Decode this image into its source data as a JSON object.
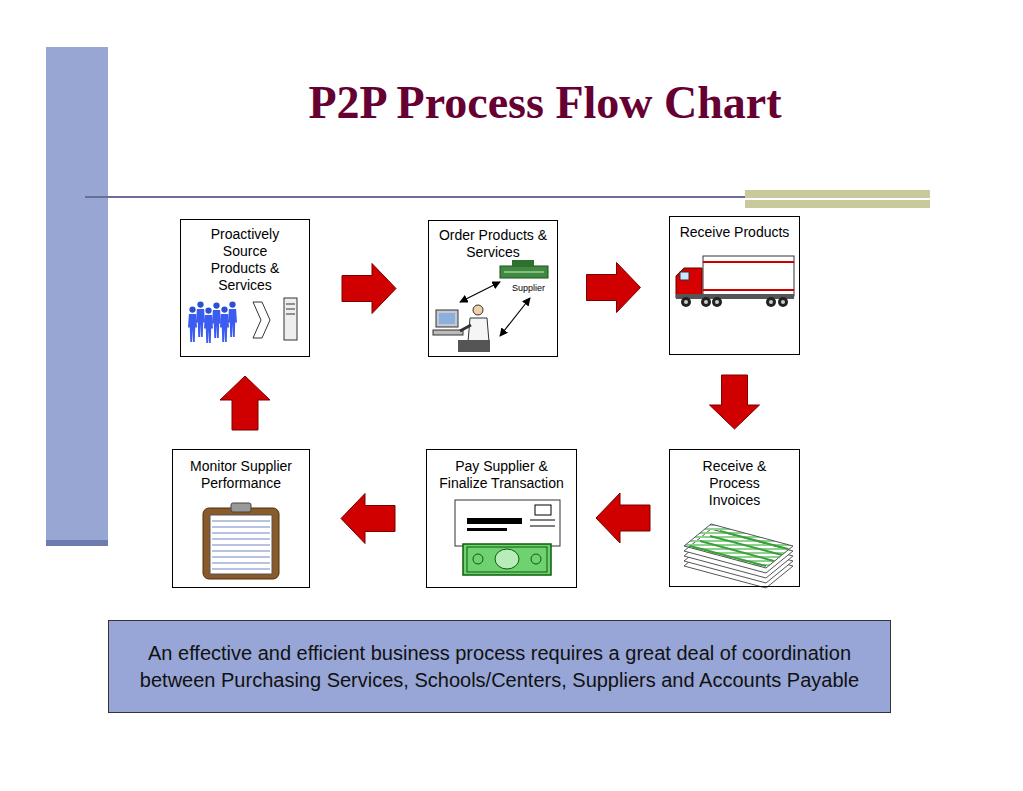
{
  "diagram": {
    "title": "P2P Process Flow Chart",
    "caption": "An effective and efficient business process requires a great deal of coordination between Purchasing Services, Schools/Centers, Suppliers and Accounts Payable",
    "nodes": [
      {
        "text": [
          "Proactively Source Products & Services"
        ]
      },
      {
        "text": [
          "Order Products & Services"
        ]
      },
      {
        "text": [
          "Receive Products"
        ]
      },
      {
        "text": [
          "Receive & Process Invoices"
        ]
      },
      {
        "text": [
          "Pay Supplier & Finalize Transaction"
        ]
      },
      {
        "text": [
          "Monitor Supplier Performance"
        ]
      }
    ],
    "edges": [
      {
        "from": 0,
        "to": 1,
        "arrow": "to"
      },
      {
        "from": 1,
        "to": 2,
        "arrow": "to"
      },
      {
        "from": 2,
        "to": 3,
        "arrow": "to"
      },
      {
        "from": 3,
        "to": 4,
        "arrow": "to"
      },
      {
        "from": 4,
        "to": 5,
        "arrow": "to"
      },
      {
        "from": 5,
        "to": 0,
        "arrow": "to"
      }
    ],
    "labels": [
      "Supplier"
    ]
  }
}
